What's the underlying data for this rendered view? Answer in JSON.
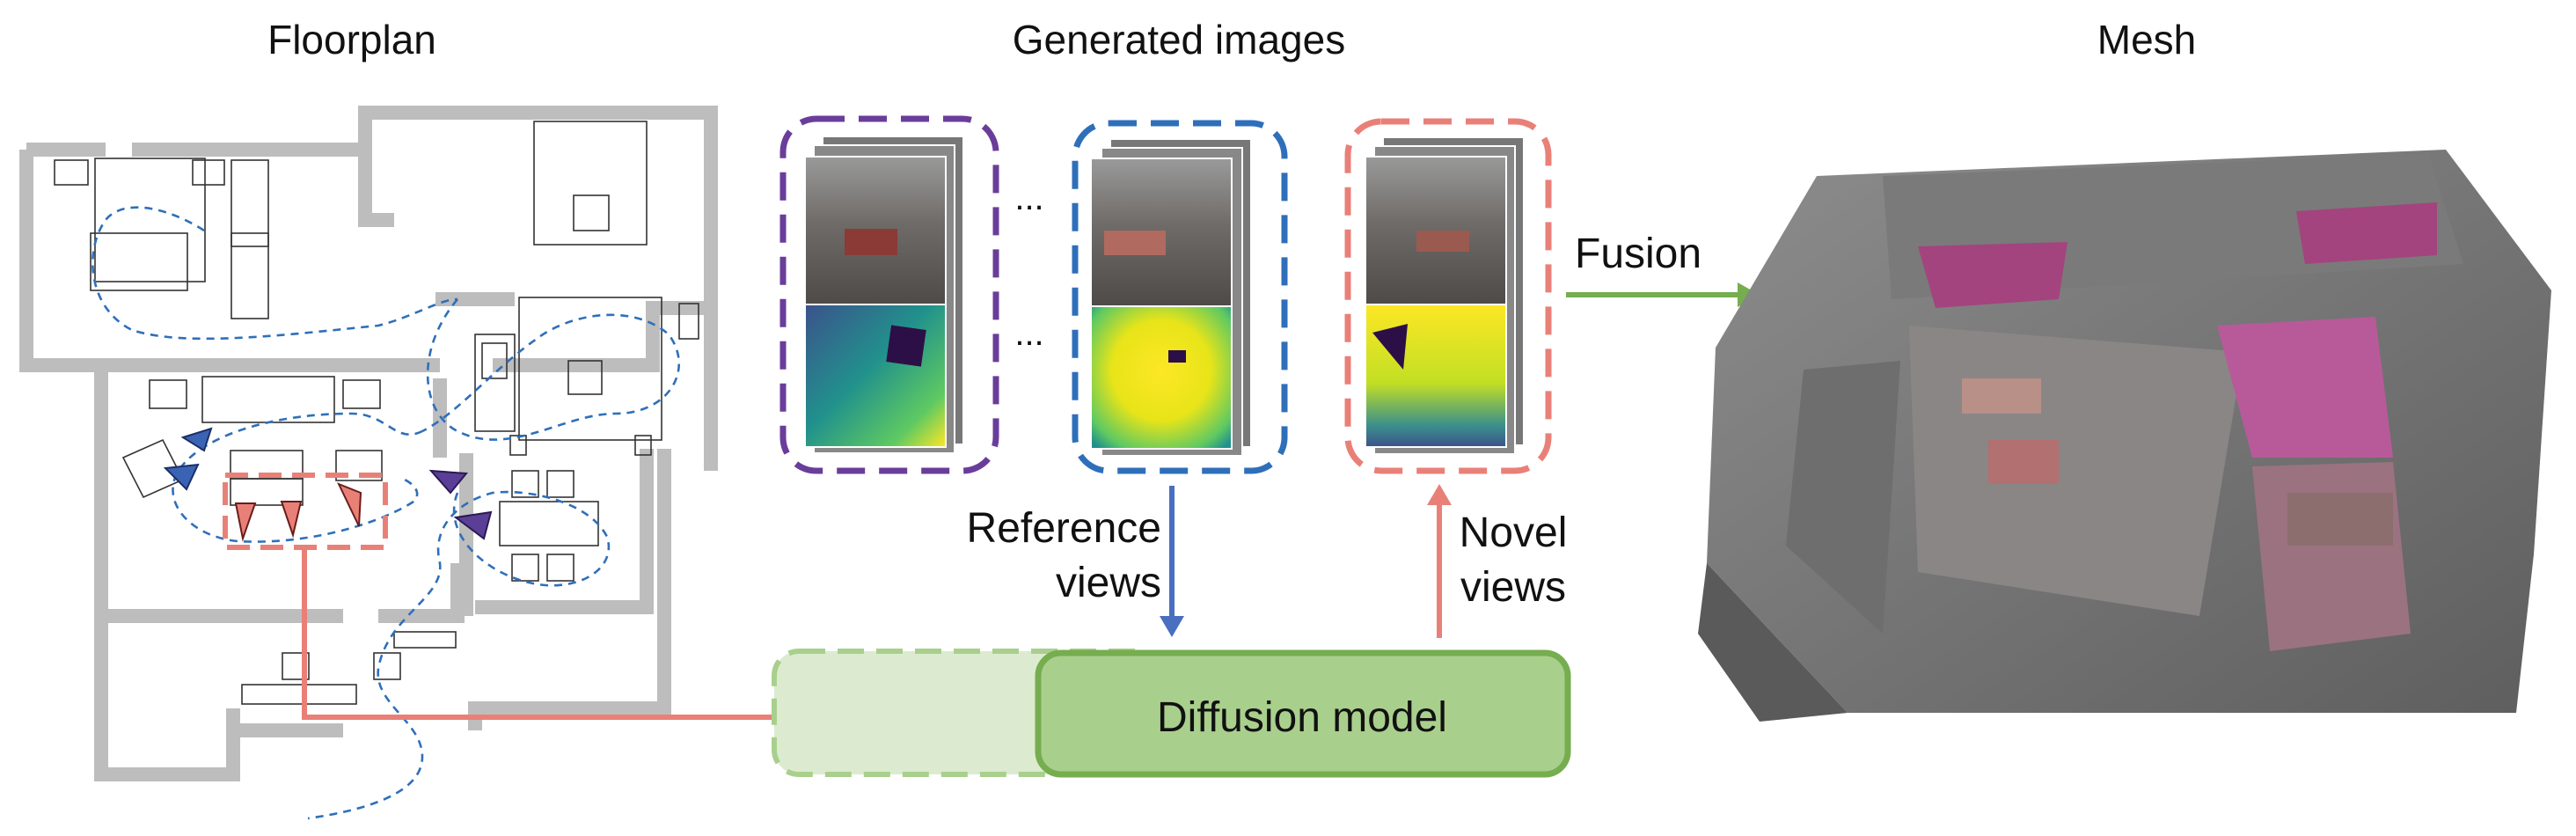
{
  "titles": {
    "floorplan": "Floorplan",
    "generated": "Generated images",
    "mesh": "Mesh"
  },
  "labels": {
    "reference_views": "Reference views",
    "reference_line1": "Reference",
    "reference_line2": "views",
    "novel_line1": "Novel",
    "novel_line2": "views",
    "fusion": "Fusion",
    "diffusion_model": "Diffusion model",
    "ellipsis": "..."
  },
  "colors": {
    "purple": "#6a3d9a",
    "blue": "#2f6fba",
    "salmon": "#e98078",
    "green": "#76ad4f",
    "diffusion_fill": "#a9cf8d",
    "diffusion_ghost": "#dcebcf",
    "wall": "#bdbdbd",
    "trajectory": "#2f6fba",
    "camera_blue": "#3a63b5",
    "camera_purple": "#5b3e96"
  }
}
